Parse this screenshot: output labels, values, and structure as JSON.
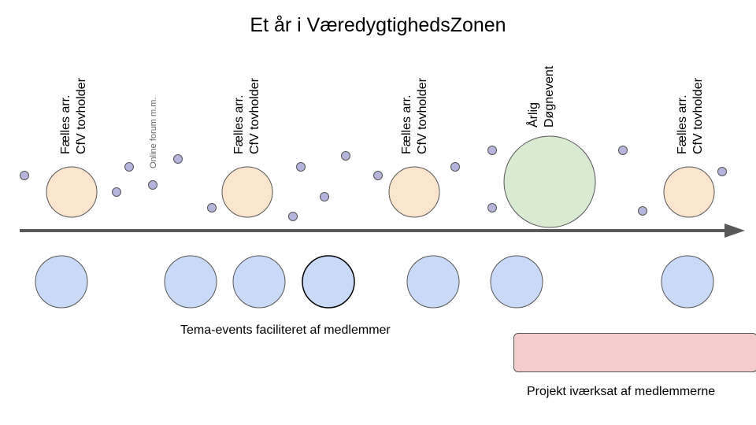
{
  "title": "Et år i VæredygtighedsZonen",
  "colors": {
    "shared_event": "#fce5cd",
    "annual_event": "#d9ead3",
    "theme_event": "#c9daf8",
    "project_box": "#f4cccc",
    "small_dot": "#b4b4dc",
    "axis": "#595959"
  },
  "labels": {
    "shared_1": [
      "Fælles arr.",
      "CfV tovholder"
    ],
    "online_forum": "Online forum m.m.",
    "shared_2": [
      "Fælles arr.",
      "CfV tovholder"
    ],
    "shared_3": [
      "Fælles arr.",
      "CfV tovholder"
    ],
    "annual": [
      "Årlig",
      "Døgnevent"
    ],
    "shared_4": [
      "Fælles arr.",
      "CfV tovholder"
    ]
  },
  "theme_events_label": "Tema-events faciliteret af medlemmer",
  "project_label": "Projekt iværksat af medlemmerne"
}
